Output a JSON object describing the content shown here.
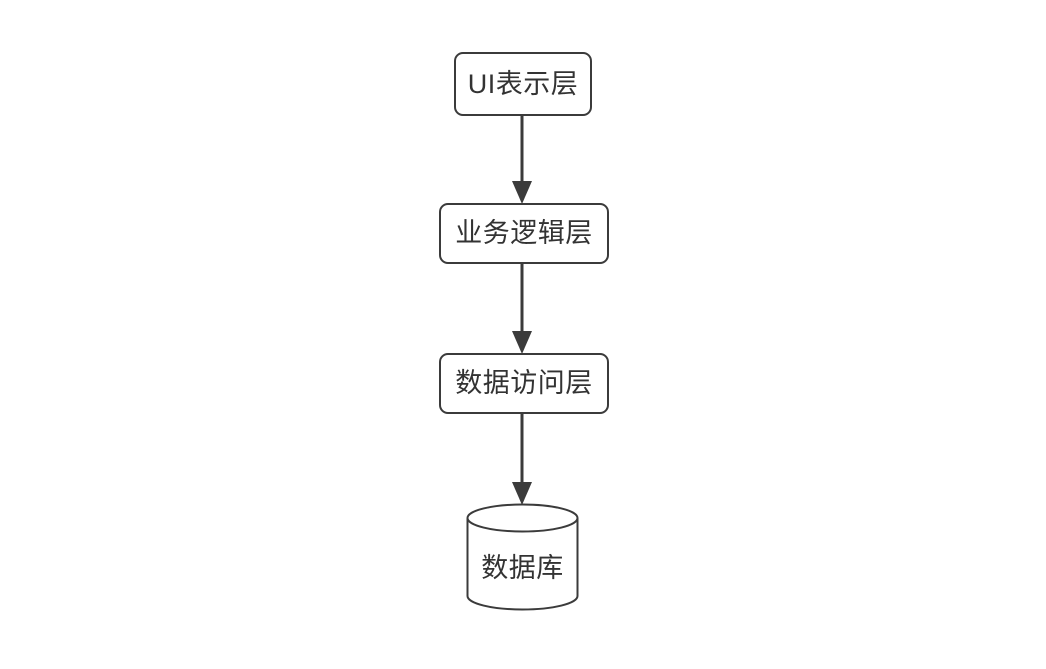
{
  "diagram": {
    "type": "layered-architecture-flow",
    "background": "#ffffff",
    "stroke_color": "#3b3b3b",
    "text_color": "#333333",
    "nodes": [
      {
        "id": "ui-layer",
        "label": "UI表示层",
        "shape": "rounded-rect"
      },
      {
        "id": "business-layer",
        "label": "业务逻辑层",
        "shape": "rounded-rect"
      },
      {
        "id": "data-access-layer",
        "label": "数据访问层",
        "shape": "rounded-rect"
      },
      {
        "id": "database",
        "label": "数据库",
        "shape": "cylinder"
      }
    ],
    "edges": [
      {
        "from": "UI表示层",
        "to": "业务逻辑层",
        "direction": "down",
        "style": "solid-arrow"
      },
      {
        "from": "业务逻辑层",
        "to": "数据访问层",
        "direction": "down",
        "style": "solid-arrow"
      },
      {
        "from": "数据访问层",
        "to": "数据库",
        "direction": "down",
        "style": "solid-arrow"
      }
    ]
  }
}
